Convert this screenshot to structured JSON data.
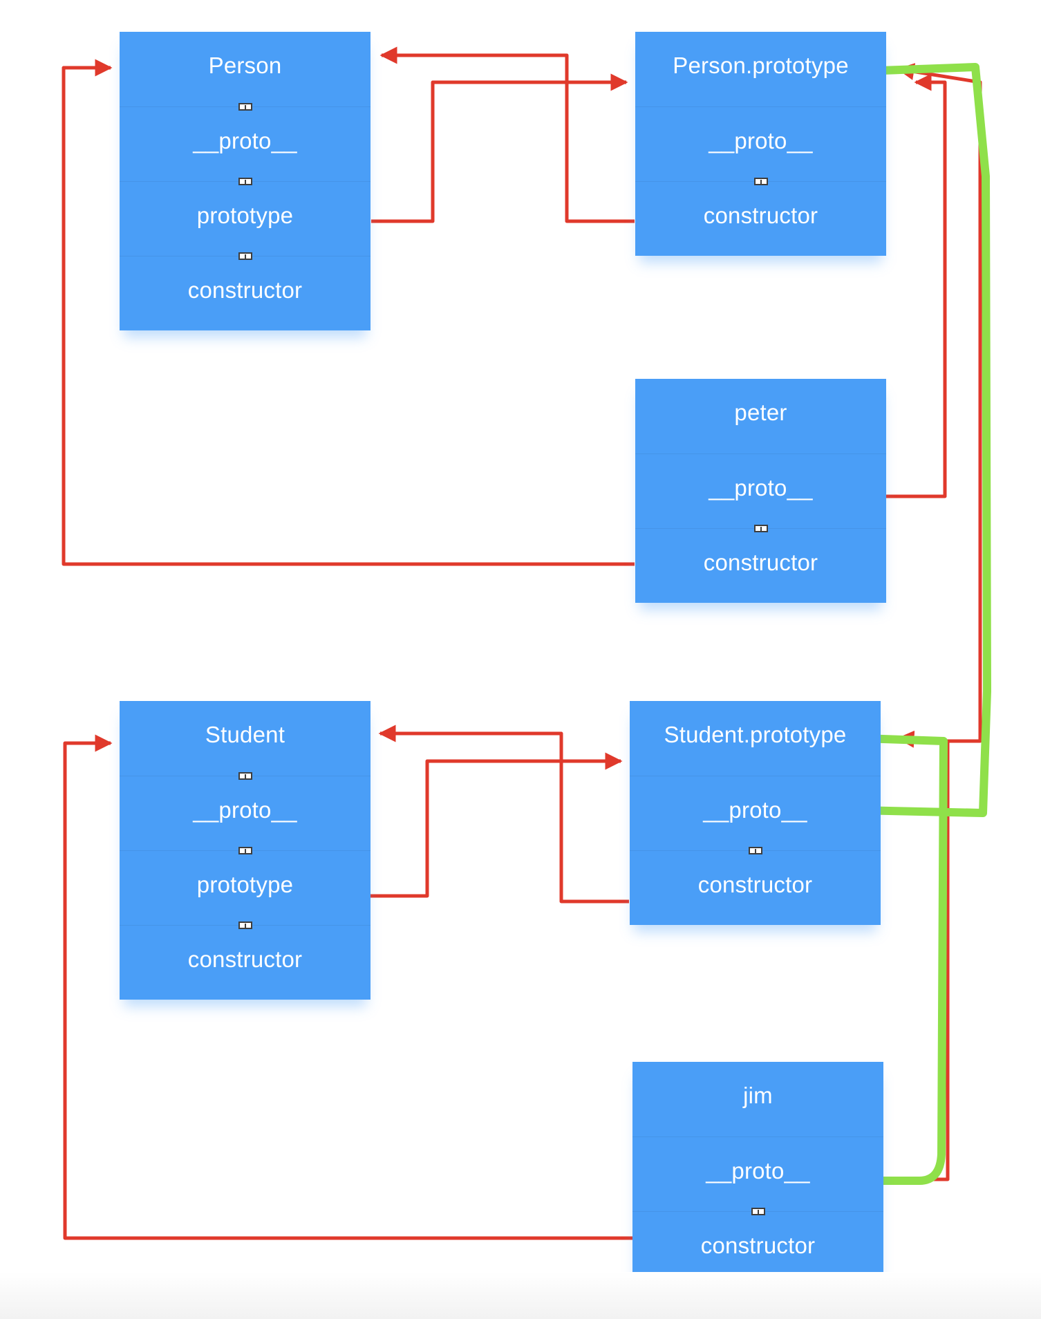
{
  "diagram": {
    "nodes": {
      "person": {
        "title": "Person",
        "proto": "__proto__",
        "prototype": "prototype",
        "constructor": "constructor"
      },
      "person_prototype": {
        "title": "Person.prototype",
        "proto": "__proto__",
        "constructor": "constructor"
      },
      "peter": {
        "title": "peter",
        "proto": "__proto__",
        "constructor": "constructor"
      },
      "student": {
        "title": "Student",
        "proto": "__proto__",
        "prototype": "prototype",
        "constructor": "constructor"
      },
      "student_prototype": {
        "title": "Student.prototype",
        "proto": "__proto__",
        "constructor": "constructor"
      },
      "jim": {
        "title": "jim",
        "proto": "__proto__",
        "constructor": "constructor"
      }
    },
    "colors": {
      "node_fill": "#4a9ef7",
      "node_text": "#ffffff",
      "red_link": "#e0392b",
      "green_link": "#8fe04a"
    }
  }
}
